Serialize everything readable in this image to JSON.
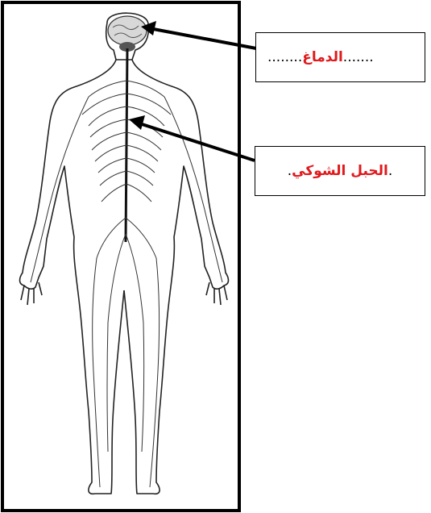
{
  "diagram": {
    "subject": "human nervous system",
    "labels": [
      {
        "id": "brain",
        "prefix": ".......",
        "term": "الدماغ",
        "suffix": "........"
      },
      {
        "id": "spinal_cord",
        "prefix": ".",
        "term": "الحبل الشوكي",
        "suffix": "."
      }
    ]
  },
  "colors": {
    "term": "#e0191c",
    "outline": "#000000",
    "background": "#ffffff"
  }
}
